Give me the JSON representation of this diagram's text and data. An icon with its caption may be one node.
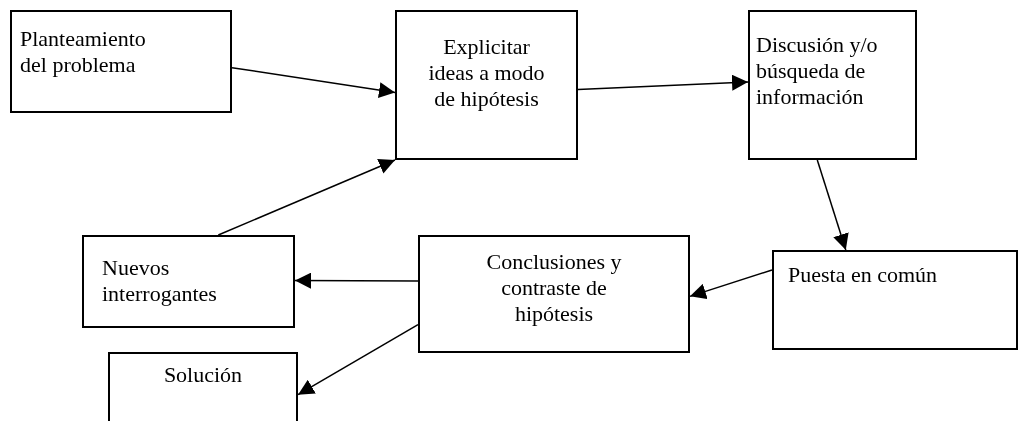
{
  "diagram": {
    "nodes": [
      {
        "text": [
          "Planteamiento del problema"
        ]
      },
      {
        "text": [
          "Explicitar ideas a modo de hipótesis"
        ]
      },
      {
        "text": [
          "Discusión y/o búsqueda de información"
        ]
      },
      {
        "text": [
          "Puesta en común"
        ]
      },
      {
        "text": [
          "Conclusiones y contraste de hipótesis"
        ]
      },
      {
        "text": [
          "Nuevos interrogantes"
        ]
      },
      {
        "text": [
          "Solución"
        ]
      }
    ],
    "edges": [
      {
        "from": 0,
        "to": 1,
        "arrow": "to"
      },
      {
        "from": 1,
        "to": 2,
        "arrow": "to"
      },
      {
        "from": 2,
        "to": 3,
        "arrow": "to"
      },
      {
        "from": 3,
        "to": 4,
        "arrow": "to"
      },
      {
        "from": 4,
        "to": 5,
        "arrow": "to"
      },
      {
        "from": 4,
        "to": 6,
        "arrow": "to"
      },
      {
        "from": 5,
        "to": 1,
        "arrow": "to"
      }
    ]
  }
}
